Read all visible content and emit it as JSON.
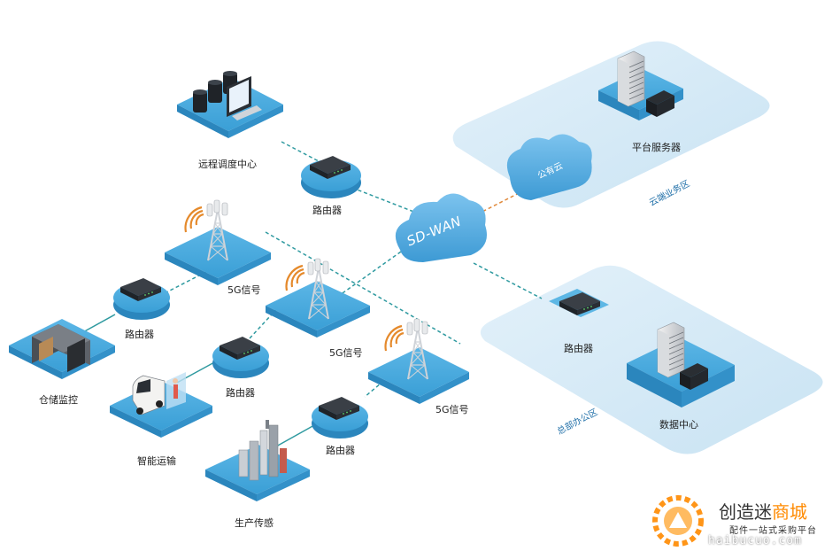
{
  "labels": {
    "remote_center": "远程调度中心",
    "router_top": "路由器",
    "sdwan": "SD-WAN",
    "public_cloud": "公有云",
    "platform_server": "平台服务器",
    "cloud_zone": "云端业务区",
    "signal_1": "5G信号",
    "signal_2": "5G信号",
    "signal_3": "5G信号",
    "router_left_1": "路由器",
    "router_left_2": "路由器",
    "router_left_3": "路由器",
    "warehouse": "仓储监控",
    "transport": "智能运输",
    "production": "生产传感",
    "router_hq": "路由器",
    "hq_zone": "总部办公区",
    "data_center": "数据中心"
  },
  "watermark": {
    "brand_a": "创造迷",
    "brand_b": "商城",
    "slogan": "配件一站式采购平台",
    "domain": "haibucuo.com"
  },
  "icons": {
    "router": "router-icon",
    "tower": "5g-tower-icon",
    "server": "server-rack-icon",
    "database": "database-icon",
    "cloud": "cloud-icon",
    "warehouse": "warehouse-icon",
    "vehicle": "vehicle-icon",
    "factory": "factory-icon"
  },
  "colors": {
    "tile": "#3a9fd6",
    "zone": "#d4e9f6",
    "link_blue": "#2f9aa0",
    "link_orange": "#e0883a",
    "accent_orange": "#ff8a00"
  }
}
